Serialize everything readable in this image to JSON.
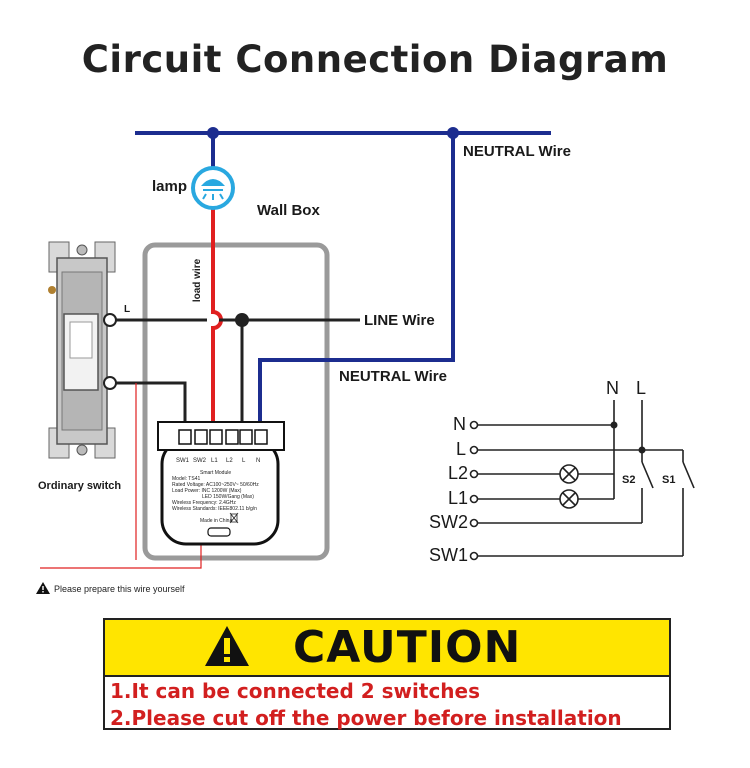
{
  "title": "Circuit Connection Diagram",
  "labels": {
    "neutral_top": "NEUTRAL Wire",
    "lamp": "lamp",
    "wall_box": "Wall Box",
    "load_wire": "load wire",
    "line_wire": "LINE Wire",
    "neutral_mid": "NEUTRAL Wire",
    "switch_l": "L",
    "ordinary_switch": "Ordinary switch",
    "prepare_wire": "Please prepare this wire yourself"
  },
  "module": {
    "terminals": [
      "SW1",
      "SW2",
      "L1",
      "L2",
      "L",
      "N"
    ],
    "info_lines": [
      "Smart Module",
      "Model: TS41",
      "Rated Voltage: AC100~250V~ 50/60Hz",
      "Load Power: INC 1200W (Max)",
      "LED 150W/Gang (Max)",
      "Wireless Frequency: 2.4GHz",
      "Wireless Standards: IEEE802.11 b/g/n",
      "Made in China"
    ]
  },
  "schematic": {
    "top_labels": [
      "N",
      "L"
    ],
    "rows": [
      "N",
      "L",
      "L2",
      "L1",
      "SW2",
      "SW1"
    ],
    "switch_labels": [
      "S2",
      "S1"
    ]
  },
  "caution": {
    "heading": "CAUTION",
    "items": [
      "1.It can be connected 2 switches",
      "2.Please cut off the power before installation"
    ]
  },
  "colors": {
    "neutral": "#1c2d8f",
    "load": "#e02020",
    "line": "#222222",
    "lamp": "#29a8e0",
    "caution_bg": "#ffe500",
    "caution_text": "#d21f1f"
  }
}
